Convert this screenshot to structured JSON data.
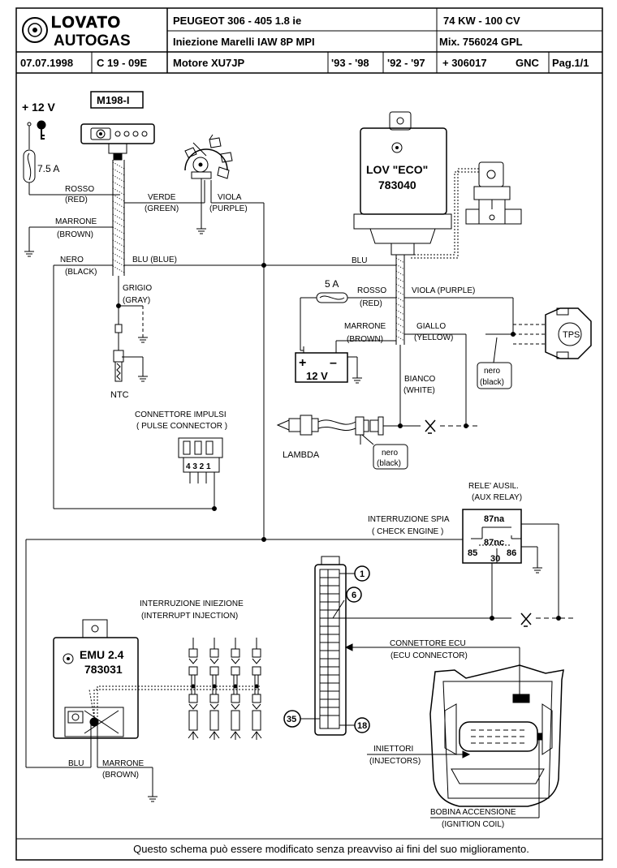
{
  "header": {
    "logo_top": "LOVATO",
    "logo_bottom": "AUTOGAS",
    "model": "PEUGEOT  306 - 405   1.8 ie",
    "power": "74 KW - 100 CV",
    "injection": "Iniezione   Marelli   IAW  8P    MPI",
    "mixer": "Mix. 756024  GPL",
    "date": "07.07.1998",
    "code": "C 19 - 09E",
    "engine": "Motore  XU7JP",
    "years1": "'93 - '98",
    "years2": "'92 - '97",
    "kit": "+ 306017",
    "gnc": "GNC",
    "page": "Pag.1/1"
  },
  "labels": {
    "plus12v": "+ 12 V",
    "fuse75": "7.5 A",
    "m198": "M198-I",
    "rosso": "ROSSO",
    "red": "(RED)",
    "verde": "VERDE",
    "green": "(GREEN)",
    "viola": "VIOLA",
    "purple": "(PURPLE)",
    "marrone": "MARRONE",
    "brown": "(BROWN)",
    "nero": "NERO",
    "black": "(BLACK)",
    "blu_blue": "BLU  (BLUE)",
    "blu": "BLU",
    "grigio": "GRIGIO",
    "gray": "(GRAY)",
    "ntc": "NTC",
    "lov_eco": "LOV \"ECO\"",
    "lov_code": "783040",
    "fuse5": "5 A",
    "rosso2": "ROSSO",
    "red2": "(RED)",
    "viola_purple": "VIOLA (PURPLE)",
    "marrone2": "MARRONE",
    "brown2": "(BROWN)",
    "giallo": "GIALLO",
    "yellow": "(YELLOW)",
    "battery": "12 V",
    "tps": "TPS",
    "nero_small": "nero",
    "black_small": "(black)",
    "bianco": "BIANCO",
    "white": "(WHITE)",
    "connettore_impulsi": "CONNETTORE IMPULSI",
    "pulse_connector": "( PULSE CONNECTOR )",
    "pulse_pins": "4 3 2 1",
    "lambda": "LAMBDA",
    "nero_small2": "nero",
    "black_small2": "(black)",
    "rele": "RELE' AUSIL.",
    "aux_relay": "(AUX RELAY)",
    "interruzione_spia": "INTERRUZIONE SPIA",
    "check_engine": "( CHECK ENGINE )",
    "r87na": "87na",
    "r87nc": "87nc",
    "r85": "85",
    "r86": "86",
    "r30": "30",
    "interruzione_iniezione": "INTERRUZIONE INIEZIONE",
    "interrupt_injection": "(INTERRUPT INJECTION)",
    "emu": "EMU 2.4",
    "emu_code": "783031",
    "pin1": "1",
    "pin6": "6",
    "pin35": "35",
    "pin18": "18",
    "connettore_ecu": "CONNETTORE ECU",
    "ecu_connector": "(ECU CONNECTOR)",
    "iniettori": "INIETTORI",
    "injectors": "(INJECTORS)",
    "bobina": "BOBINA ACCENSIONE",
    "ignition_coil": "(IGNITION COIL)",
    "blu_bottom": "BLU",
    "marrone_bottom": "MARRONE",
    "brown_bottom": "(BROWN)"
  },
  "footer": {
    "note": "Questo schema può essere modificato senza preavviso ai fini del suo miglioramento."
  }
}
